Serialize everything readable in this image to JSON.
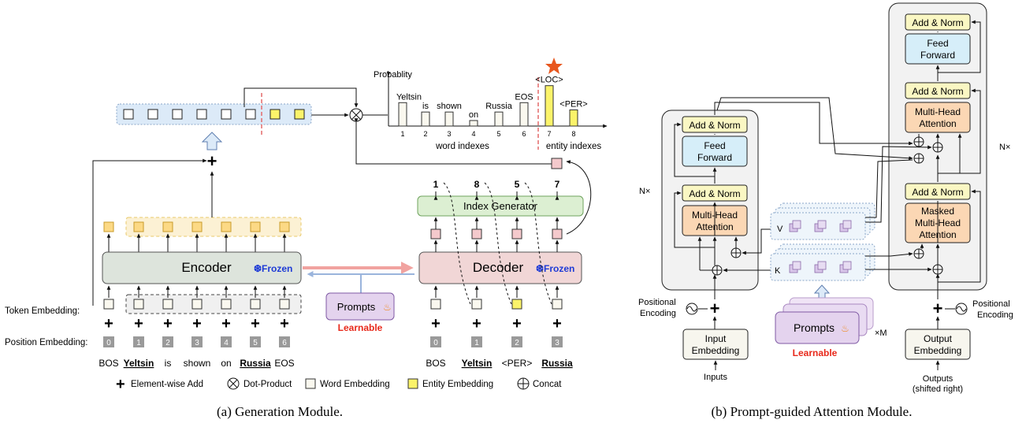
{
  "captions": {
    "a": "(a) Generation Module.",
    "b": "(b) Prompt-guided Attention Module."
  },
  "gen": {
    "probability_label": "Probablity",
    "bar_words": [
      "Yeltsin",
      "is",
      "shown",
      "on",
      "Russia",
      "EOS",
      "<LOC>",
      "<PER>"
    ],
    "bar_heights": [
      0.55,
      0.33,
      0.33,
      0.13,
      0.33,
      0.55,
      0.95,
      0.38
    ],
    "bar_indexes": [
      "1",
      "2",
      "3",
      "4",
      "5",
      "6",
      "7",
      "8"
    ],
    "word_indexes_label": "word indexes",
    "entity_indexes_label": "entity indexes",
    "encoder_label": "Encoder",
    "decoder_label": "Decoder",
    "frozen_label": "❆Frozen",
    "index_generator_label": "Index Generator",
    "generated_indexes": [
      "1",
      "8",
      "5",
      "7"
    ],
    "prompts_label": "Prompts",
    "learnable_label": "Learnable",
    "token_embedding_label": "Token Embedding:",
    "position_embedding_label": "Position Embedding:",
    "enc_positions": [
      "0",
      "1",
      "2",
      "3",
      "4",
      "5",
      "6"
    ],
    "enc_tokens": [
      "BOS",
      "Yeltsin",
      "is",
      "shown",
      "on",
      "Russia",
      "EOS"
    ],
    "dec_positions": [
      "0",
      "1",
      "2",
      "3"
    ],
    "dec_tokens": [
      "BOS",
      "Yeltsin",
      "<PER>",
      "Russia"
    ],
    "legend": {
      "add": "Element-wise Add",
      "dot": "Dot-Product",
      "word": "Word Embedding",
      "entity": "Entity Embedding",
      "concat": "Concat"
    }
  },
  "attn": {
    "add_norm": "Add & Norm",
    "feed_forward_1": "Feed",
    "feed_forward_2": "Forward",
    "mha_1": "Multi-Head",
    "mha_2": "Attention",
    "masked_1": "Masked",
    "masked_2": "Multi-Head",
    "masked_3": "Attention",
    "nx": "N×",
    "pos_enc_1": "Positional",
    "pos_enc_2": "Encoding",
    "input_emb_1": "Input",
    "input_emb_2": "Embedding",
    "output_emb_1": "Output",
    "output_emb_2": "Embedding",
    "inputs": "Inputs",
    "outputs_1": "Outputs",
    "outputs_2": "(shifted right)",
    "prompts": "Prompts",
    "learnable": "Learnable",
    "xm": "×M",
    "v": "V",
    "k": "K"
  },
  "colors": {
    "word_emb": "#faf8ef",
    "entity_emb": "#fbf36a",
    "encoder": "#dde4dc",
    "decoder": "#f1d6d6",
    "index_gen": "#dcefd2",
    "prompts": "#e4d3ee",
    "feed_forward": "#d6eef9",
    "add_norm": "#faf7c3",
    "attention": "#fbd7b4",
    "learnable": "#e8291b",
    "frozen": "#1e3bd6",
    "dec_emb": "#f4c9cc",
    "star": "#e8571e"
  }
}
